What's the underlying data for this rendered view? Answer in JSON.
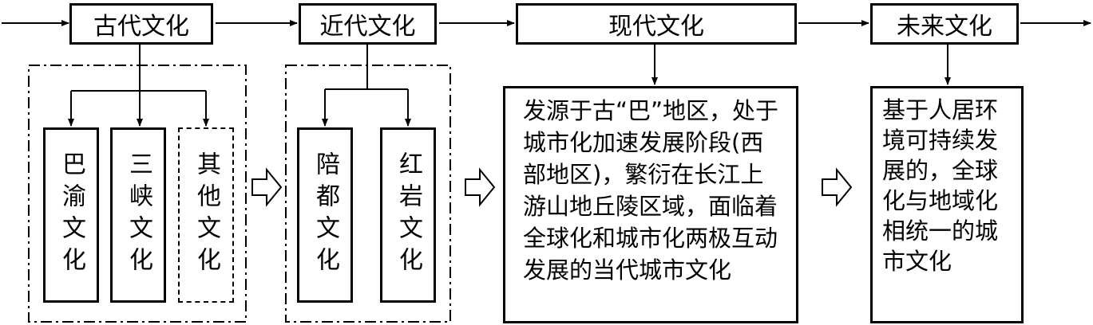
{
  "stages": [
    {
      "label": "古代文化"
    },
    {
      "label": "近代文化"
    },
    {
      "label": "现代文化"
    },
    {
      "label": "未来文化"
    }
  ],
  "ancient": {
    "items": [
      "巴渝文化",
      "三峡文化",
      "其他文化"
    ]
  },
  "modern_early": {
    "items": [
      "陪都文化",
      "红岩文化"
    ]
  },
  "contemporary": {
    "description": "发源于古“巴”地区，处于城市化加速发展阶段(西部地区)，繁衍在长江上游山地丘陵区域，面临着全球化和城市化两极互动发展的当代城市文化"
  },
  "future": {
    "description": "基于人居环境可持续发展的，全球化与地域化相统一的城市文化"
  }
}
